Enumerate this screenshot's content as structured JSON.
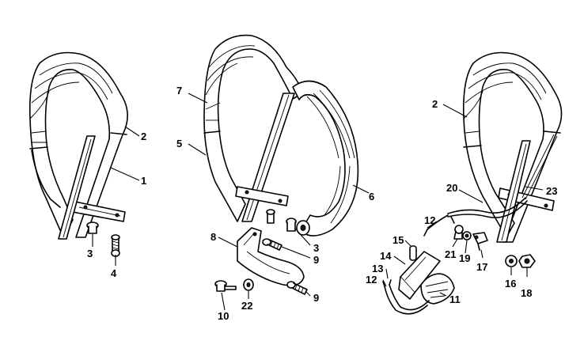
{
  "labels": {
    "l1": "1",
    "l2a": "2",
    "l3a": "3",
    "l4": "4",
    "l7": "7",
    "l5": "5",
    "l6": "6",
    "l3b": "3",
    "l8": "8",
    "l9a": "9",
    "l9b": "9",
    "l10": "10",
    "l22": "22",
    "l2b": "2",
    "l20": "20",
    "l23": "23",
    "l12a": "12",
    "l15": "15",
    "l21": "21",
    "l19": "19",
    "l17": "17",
    "l14": "14",
    "l13": "13",
    "l12b": "12",
    "l11": "11",
    "l16": "16",
    "l18": "18"
  }
}
